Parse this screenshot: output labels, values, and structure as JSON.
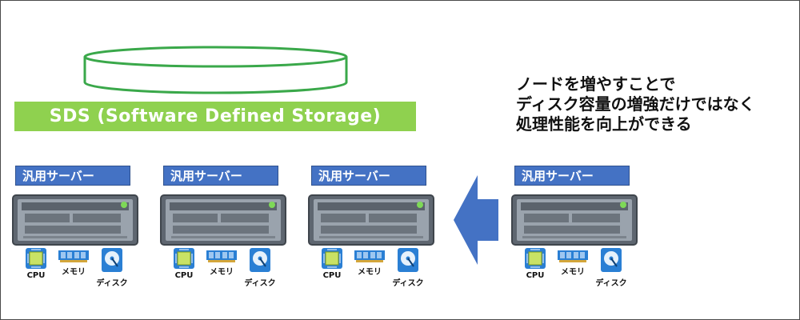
{
  "storage": {
    "label": "SDS (Software Defined Storage)"
  },
  "note": {
    "lines": [
      "ノードを増やすことで",
      "ディスク容量の増強だけではなく",
      "処理性能を向上ができる"
    ]
  },
  "servers": [
    {
      "label": "汎用サーバー",
      "cpu": "CPU",
      "memory": "メモリ",
      "disk": "ディスク"
    },
    {
      "label": "汎用サーバー",
      "cpu": "CPU",
      "memory": "メモリ",
      "disk": "ディスク"
    },
    {
      "label": "汎用サーバー",
      "cpu": "CPU",
      "memory": "メモリ",
      "disk": "ディスク"
    },
    {
      "label": "汎用サーバー",
      "cpu": "CPU",
      "memory": "メモリ",
      "disk": "ディスク"
    }
  ],
  "colors": {
    "sds_green": "#8fd14f",
    "cylinder_stroke": "#3aa84a",
    "label_blue": "#4472c4",
    "arrow_blue": "#4472c4"
  }
}
